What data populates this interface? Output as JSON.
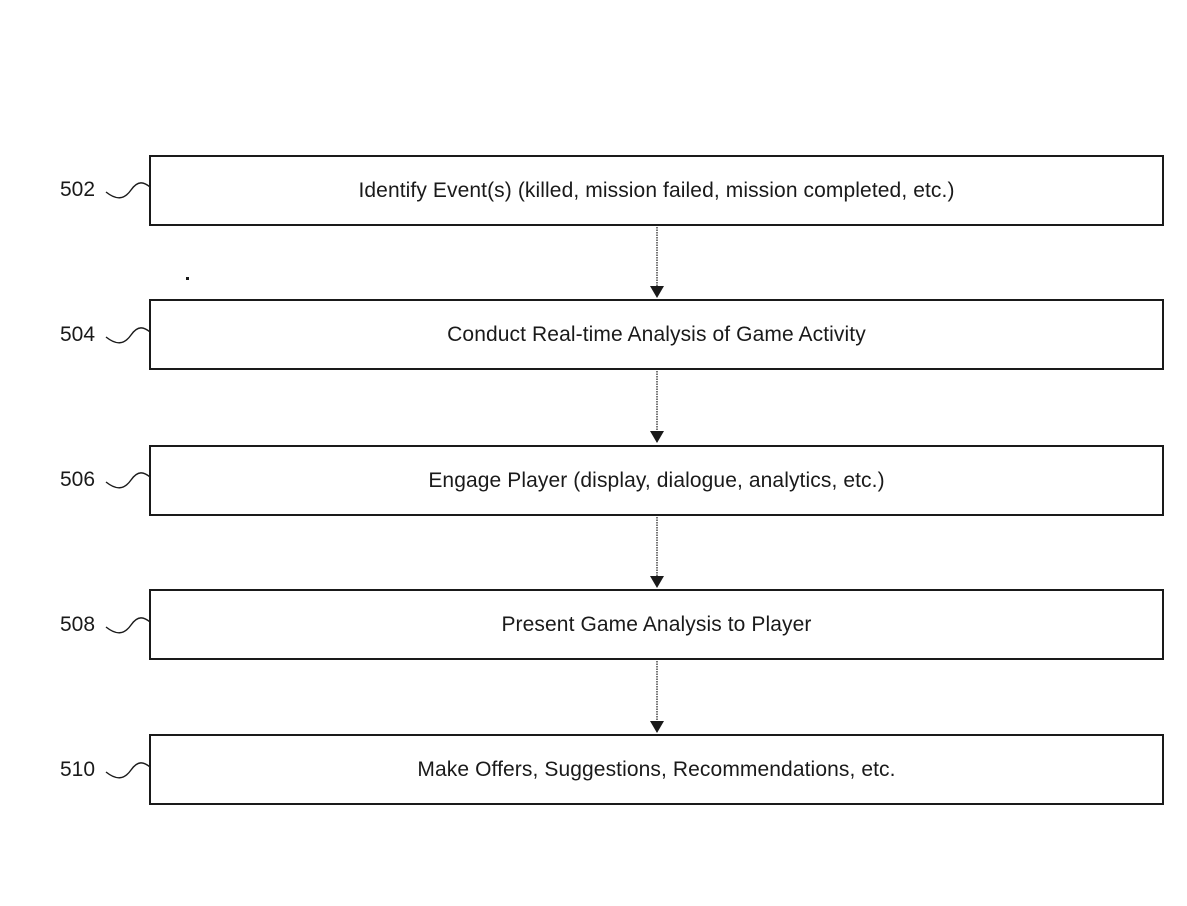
{
  "flowchart": {
    "steps": [
      {
        "ref": "502",
        "text": "Identify Event(s) (killed, mission failed, mission completed, etc.)"
      },
      {
        "ref": "504",
        "text": "Conduct Real-time Analysis of Game Activity"
      },
      {
        "ref": "506",
        "text": "Engage Player (display, dialogue, analytics, etc.)"
      },
      {
        "ref": "508",
        "text": "Present Game Analysis to Player"
      },
      {
        "ref": "510",
        "text": "Make Offers, Suggestions, Recommendations, etc."
      }
    ]
  },
  "colors": {
    "line": "#1a1a1a",
    "background": "#ffffff"
  }
}
